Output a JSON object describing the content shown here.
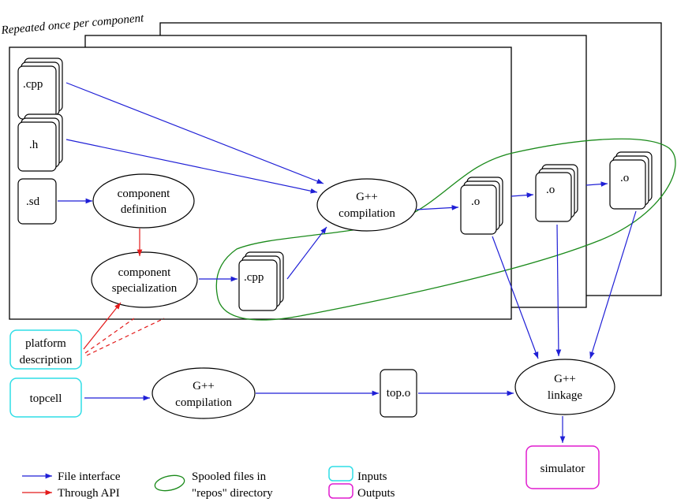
{
  "caption": "Repeated once per component",
  "files": {
    "cpp": ".cpp",
    "h": ".h",
    "sd": ".sd",
    "gen_cpp": ".cpp",
    "obj": ".o",
    "top_obj": "top.o"
  },
  "processes": {
    "component_definition": [
      "component",
      "definition"
    ],
    "component_specialization": [
      "component",
      "specialization"
    ],
    "gpp_compilation": [
      "G++",
      "compilation"
    ],
    "gpp_compilation_top": [
      "G++",
      "compilation"
    ],
    "gpp_linkage": [
      "G++",
      "linkage"
    ]
  },
  "inputs": {
    "platform_description": [
      "platform",
      "description"
    ],
    "topcell": "topcell"
  },
  "outputs": {
    "simulator": "simulator"
  },
  "legend": {
    "file_interface": "File interface",
    "through_api": "Through API",
    "spooled": [
      "Spooled files in",
      "\"repos\" directory"
    ],
    "inputs": "Inputs",
    "outputs": "Outputs"
  },
  "colors": {
    "file_interface": "#1f1fd6",
    "through_api": "#e31b1b",
    "spooled": "#1a8a1a",
    "inputs": "#2fdde6",
    "outputs": "#e01ccf"
  }
}
